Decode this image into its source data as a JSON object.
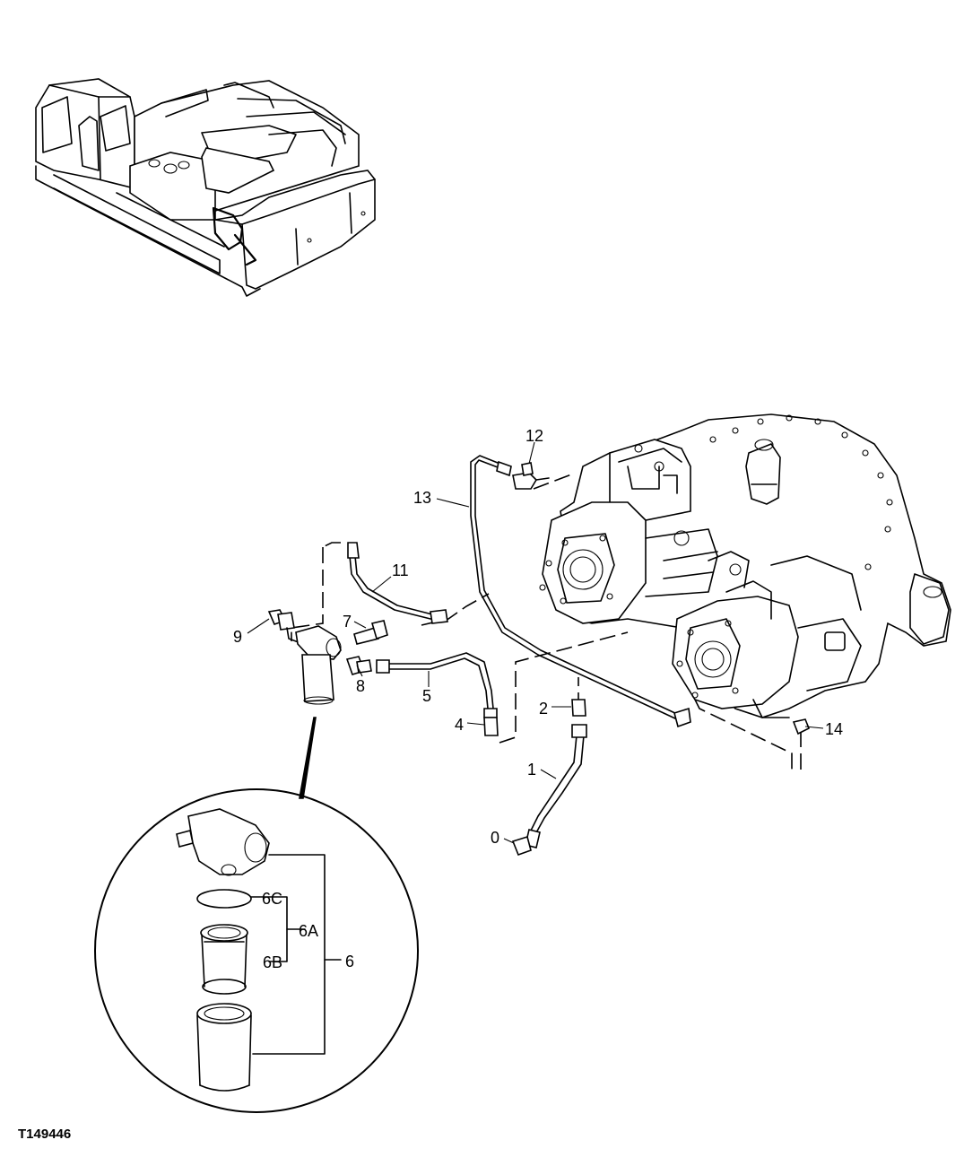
{
  "figure_id": "T149446",
  "callouts": {
    "c0": "0",
    "c1": "1",
    "c2": "2",
    "c4": "4",
    "c5": "5",
    "c6": "6",
    "c6A": "6A",
    "c6B": "6B",
    "c6C": "6C",
    "c7": "7",
    "c8": "8",
    "c9": "9",
    "c11": "11",
    "c12": "12",
    "c13": "13",
    "c14": "14"
  }
}
